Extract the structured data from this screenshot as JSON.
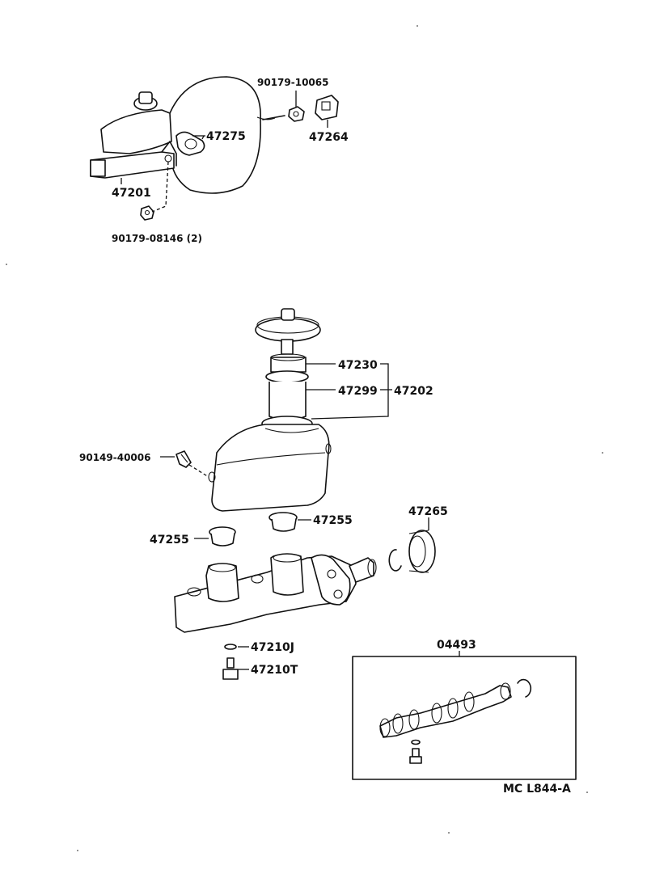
{
  "labels": {
    "p90179_10065": "90179-10065",
    "p47275": "47275",
    "p47264": "47264",
    "p47201": "47201",
    "p90179_08146": "90179-08146 (2)",
    "p47230": "47230",
    "p47299": "47299",
    "p47202": "47202",
    "p90149_40006": "90149-40006",
    "p47255_a": "47255",
    "p47255_b": "47255",
    "p47265": "47265",
    "p47210J": "47210J",
    "p47210T": "47210T",
    "p04493": "04493",
    "drawing_code": "MC  L844-A"
  }
}
